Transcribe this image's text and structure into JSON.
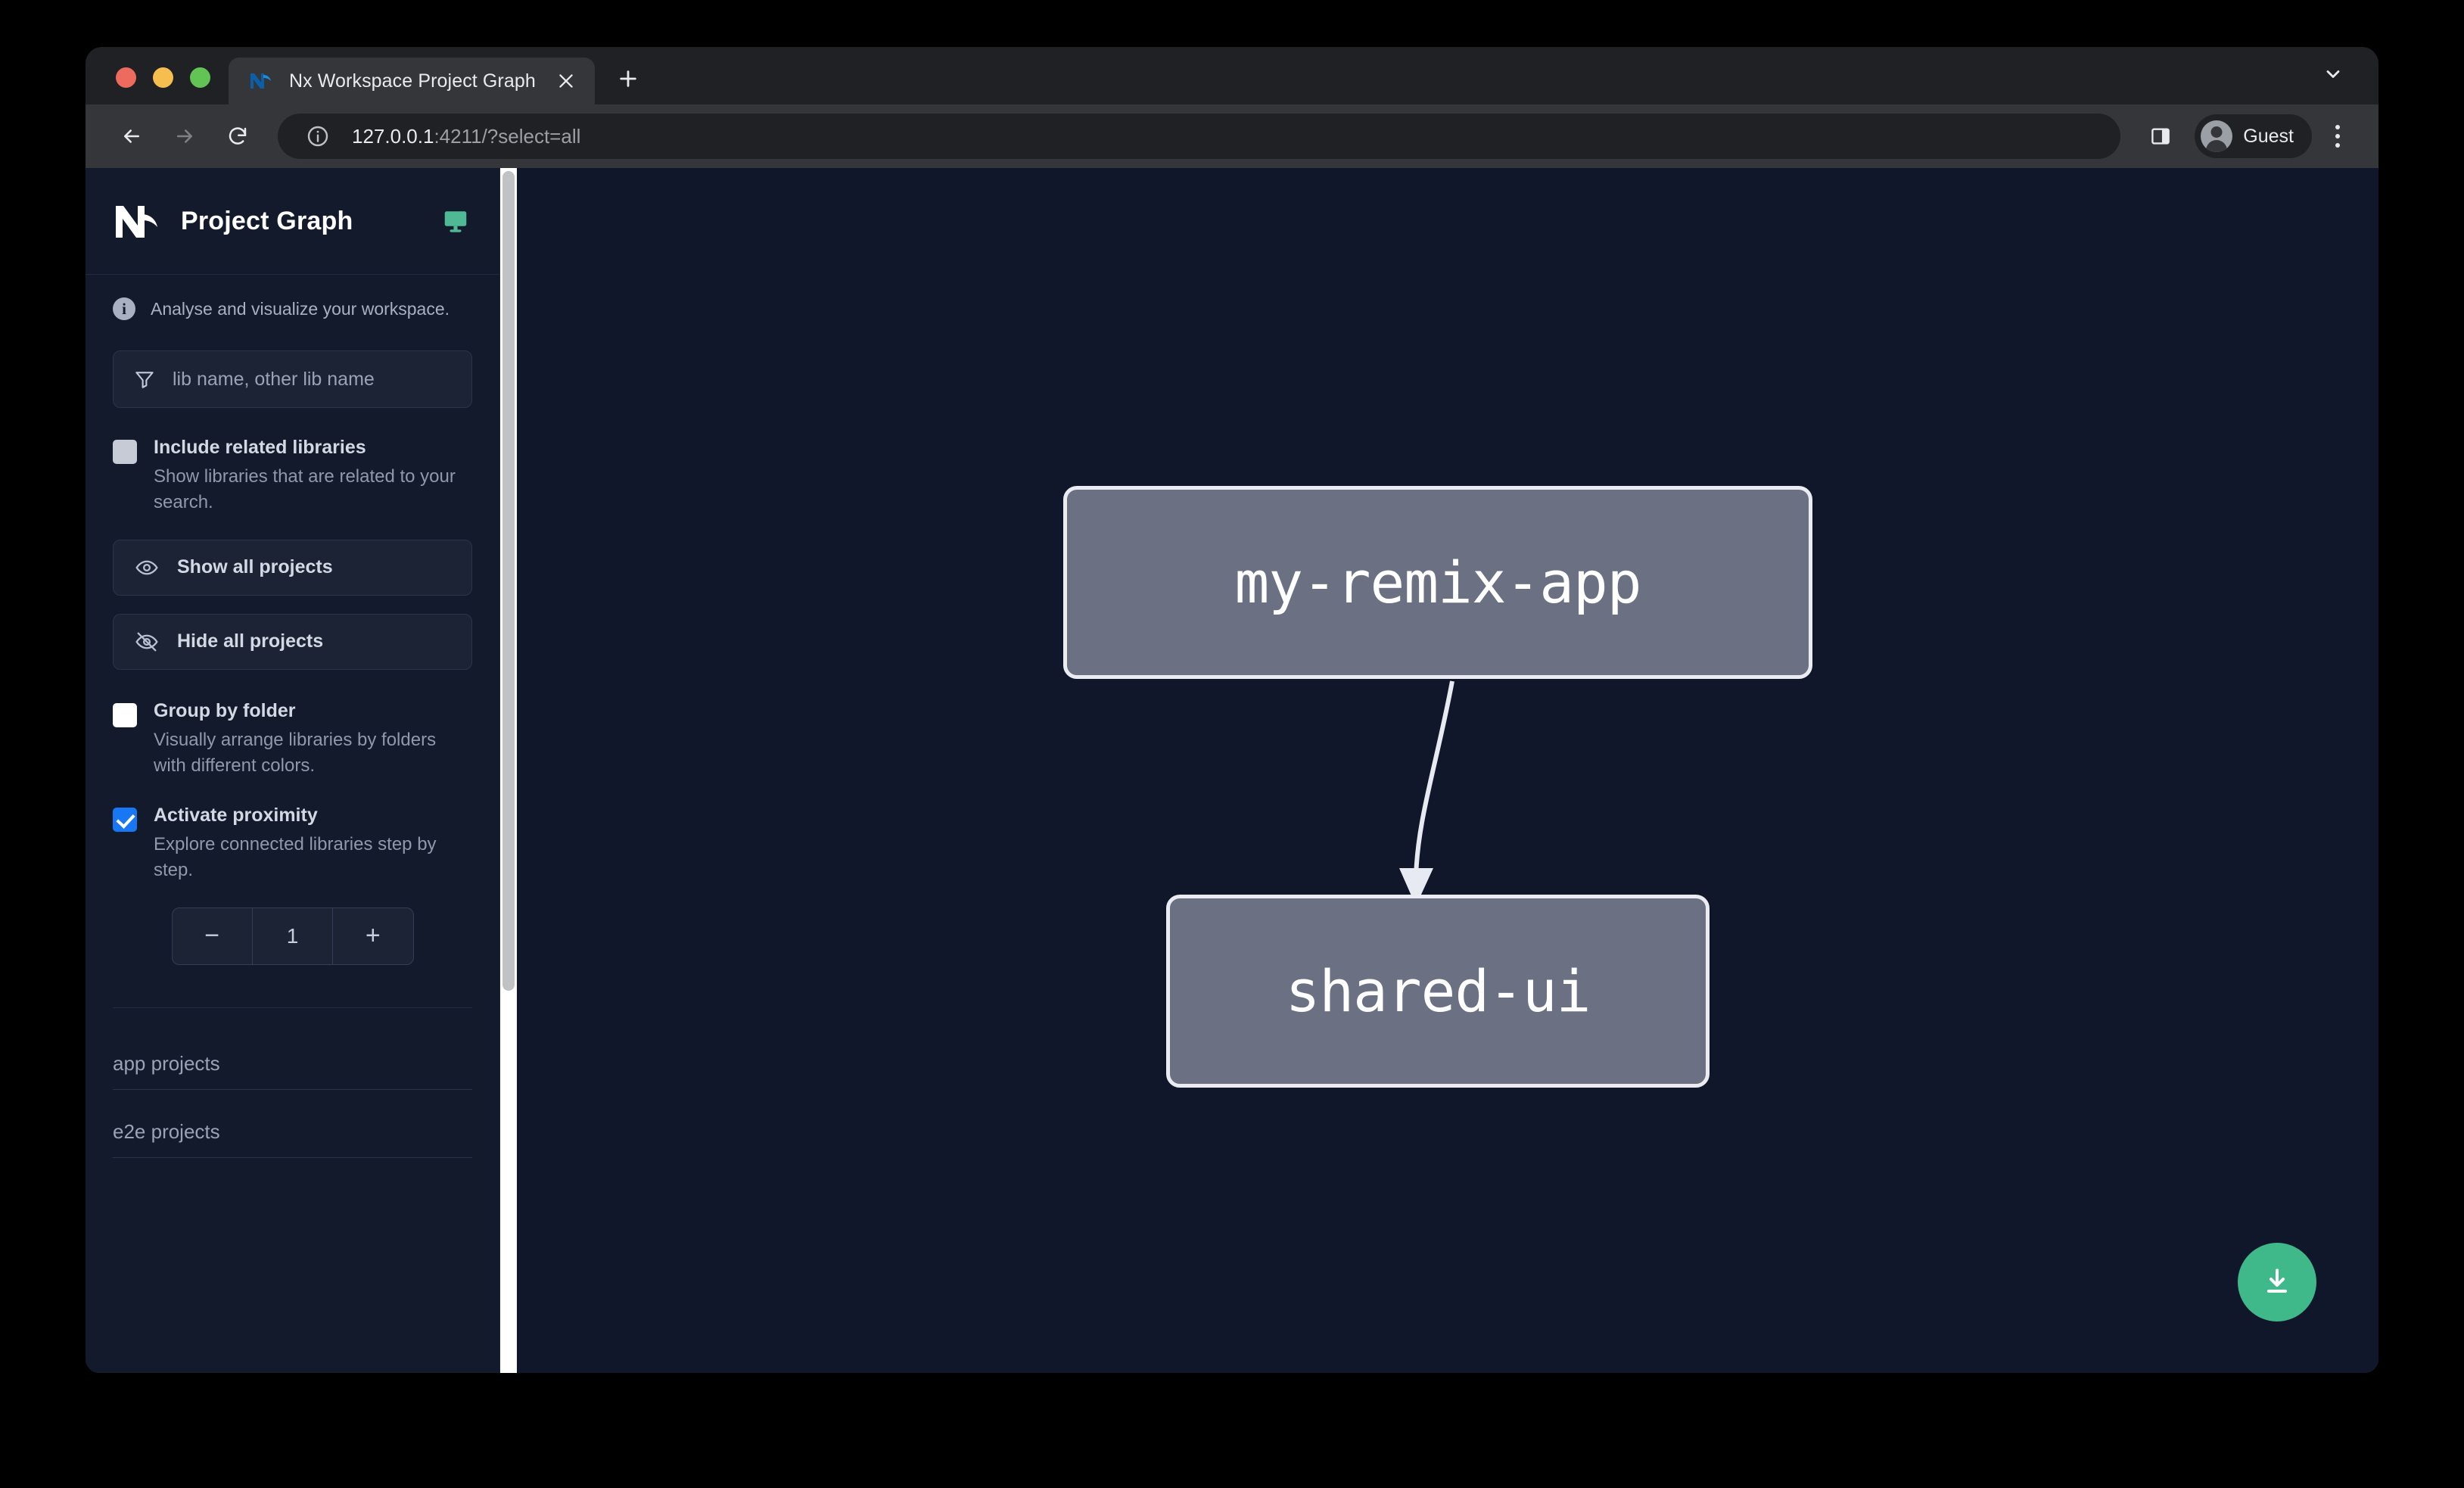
{
  "browser": {
    "tab": {
      "title": "Nx Workspace Project Graph",
      "favicon_icon": "nx-favicon-icon",
      "close_icon": "close-icon"
    },
    "new_tab_icon": "plus-icon",
    "tab_list_chevron_icon": "chevron-down-icon",
    "nav": {
      "back_icon": "arrow-left-icon",
      "forward_icon": "arrow-right-icon",
      "reload_icon": "reload-icon"
    },
    "omnibox": {
      "info_icon": "info-circle-icon",
      "url_host": "127.0.0.1",
      "url_rest": ":4211/?select=all"
    },
    "side_panel_icon": "side-panel-icon",
    "profile": {
      "name": "Guest",
      "avatar_icon": "account-avatar-icon"
    },
    "menu_icon": "kebab-menu-icon"
  },
  "sidebar": {
    "logo_icon": "nx-logo-icon",
    "title": "Project Graph",
    "monitor_icon": "monitor-icon",
    "tagline": "Analyse and visualize your workspace.",
    "tagline_icon": "info-icon",
    "filter": {
      "icon": "filter-funnel-icon",
      "placeholder": "lib name, other lib name",
      "value": ""
    },
    "options": [
      {
        "label": "Include related libraries",
        "description": "Show libraries that are related to your search.",
        "checked": false,
        "style": "grey"
      },
      {
        "label": "Group by folder",
        "description": "Visually arrange libraries by folders with different colors.",
        "checked": false,
        "style": "white"
      },
      {
        "label": "Activate proximity",
        "description": "Explore connected libraries step by step.",
        "checked": true,
        "style": "blue"
      }
    ],
    "buttons": [
      {
        "label": "Show all projects",
        "icon": "eye-icon"
      },
      {
        "label": "Hide all projects",
        "icon": "eye-off-icon"
      }
    ],
    "stepper": {
      "decrement_label": "−",
      "value": "1",
      "increment_label": "+"
    },
    "sections": [
      {
        "label": "app projects"
      },
      {
        "label": "e2e projects"
      }
    ]
  },
  "graph": {
    "nodes": [
      {
        "id": "my-remix-app",
        "label": "my-remix-app"
      },
      {
        "id": "shared-ui",
        "label": "shared-ui"
      }
    ],
    "edges": [
      {
        "from": "my-remix-app",
        "to": "shared-ui"
      }
    ],
    "download_button": {
      "icon": "download-icon"
    }
  },
  "colors": {
    "accent_green": "#3FB98A",
    "checkbox_blue": "#1877F2",
    "node_fill": "#6B7183",
    "graph_bg": "#11172B",
    "sidebar_bg": "#131A2B"
  }
}
